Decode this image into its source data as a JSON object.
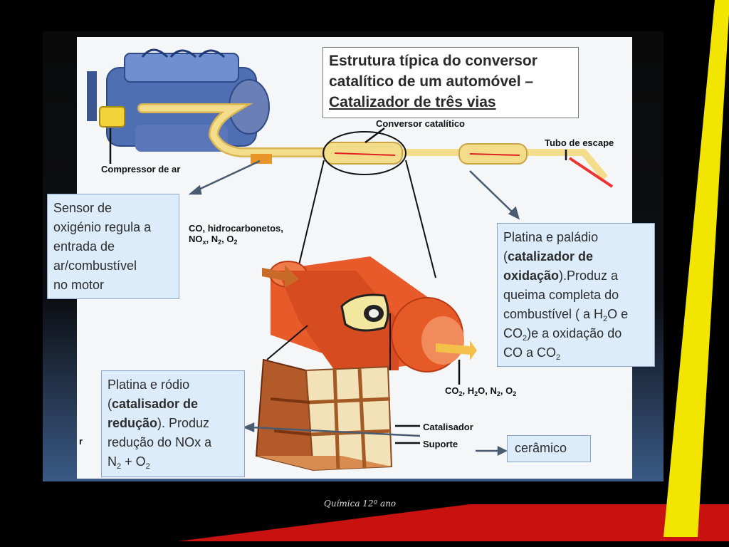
{
  "title": {
    "line1": "Estrutura típica do conversor",
    "line2": "catalítico de um automóvel –",
    "line3": "Catalizador de três vias"
  },
  "labels": {
    "conversor": "Conversor catalítico",
    "tubo": "Tubo de escape",
    "compressor": "Compressor de ar",
    "catalisador": "Catalisador",
    "suporte": "Suporte",
    "input_gases_line1": "CO, hidrocarbonetos,",
    "input_gases_line2": [
      "NO",
      "x",
      ", N",
      "2",
      ", O",
      "2"
    ],
    "output_gases": [
      "CO",
      "2",
      ", H",
      "2",
      "O, N",
      "2",
      ", O",
      "2"
    ],
    "edge_letter": "r"
  },
  "sensor_box": {
    "lines": [
      "Sensor de",
      "oxigénio regula a",
      "entrada de",
      "ar/combustível",
      "no motor"
    ]
  },
  "oxidation_box": {
    "l1": "Platina e paládio",
    "l2_open": "(",
    "l2_bold": "catalizador de",
    "l3_bold": "oxidação",
    "l3_rest": ").Produz a",
    "l4": "queima completa do",
    "l5_a": "combustível ( a H",
    "l5_sub": "2",
    "l5_b": "O e",
    "l6_a": "CO",
    "l6_sub": "2",
    "l6_b": ")e a oxidação do",
    "l7_a": "CO a CO",
    "l7_sub": "2"
  },
  "reduction_box": {
    "l1": "Platina e ródio",
    "l2_open": "(",
    "l2_bold": "catalisador de",
    "l3_bold": "redução",
    "l3_rest": "). Produz",
    "l4": "redução do NOx a",
    "l5_a": "N",
    "l5_sub1": "2",
    "l5_b": " + O",
    "l5_sub2": "2"
  },
  "ceramic_box": {
    "text": "cerâmico"
  },
  "footer": "Química 12º ano",
  "colors": {
    "background": "#000000",
    "yellow_stripe": "#f2e600",
    "red_band": "#c8120f",
    "callout_fill": "#dcecfb",
    "converter_orange": "#e85a2a",
    "pipe_yellow": "#f0d070",
    "engine_blue": "#4f6fb5"
  }
}
